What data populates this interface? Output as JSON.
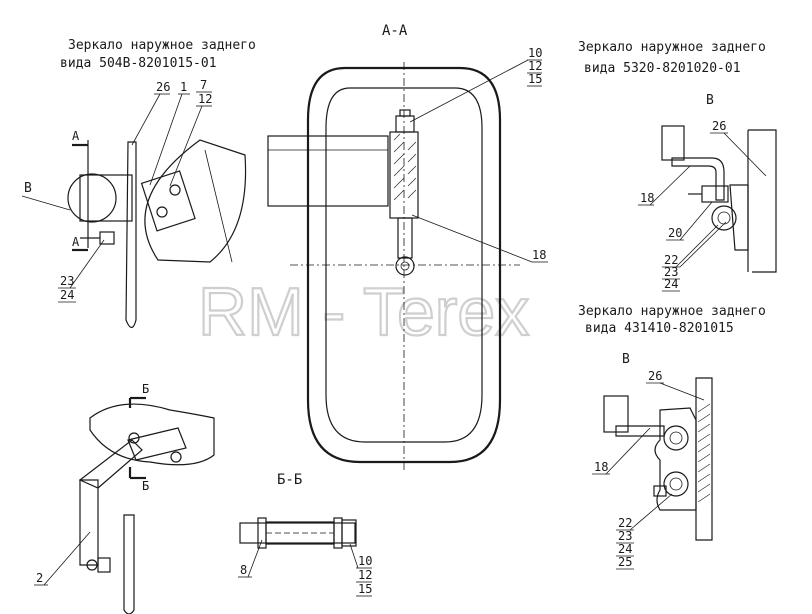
{
  "section_aa": {
    "title": "А-А"
  },
  "section_bb": {
    "title": "Б-Б"
  },
  "view_left": {
    "title_line1": "Зеркало наружное заднего",
    "title_line2": "вида 504В-8201015-01",
    "section_mark_a": "А",
    "section_mark_b": "Б",
    "view_mark": "В",
    "part_26": "26",
    "part_1": "1",
    "part_7": "7",
    "part_12": "12",
    "part_23": "23",
    "part_24": "24",
    "part_2": "2"
  },
  "view_right_top": {
    "title_line1": "Зеркало наружное заднего",
    "title_line2": "вида 5320-8201020-01",
    "view_mark": "В",
    "part_26": "26",
    "part_18": "18",
    "part_20": "20",
    "part_22": "22",
    "part_23": "23",
    "part_24": "24"
  },
  "view_right_bottom": {
    "title_line1": "Зеркало наружное заднего",
    "title_line2": "вида 431410-8201015",
    "view_mark": "В",
    "part_26": "26",
    "part_18": "18",
    "part_22": "22",
    "part_23": "23",
    "part_24": "24",
    "part_25": "25"
  },
  "section_aa_parts": {
    "p10": "10",
    "p12": "12",
    "p15": "15",
    "p18": "18"
  },
  "section_bb_parts": {
    "p8": "8",
    "p10": "10",
    "p12": "12",
    "p15": "15"
  },
  "watermark": "RM - Terex",
  "colors": {
    "line": "#1a1a1a",
    "watermark": "#cfcfcf",
    "background": "#ffffff"
  }
}
